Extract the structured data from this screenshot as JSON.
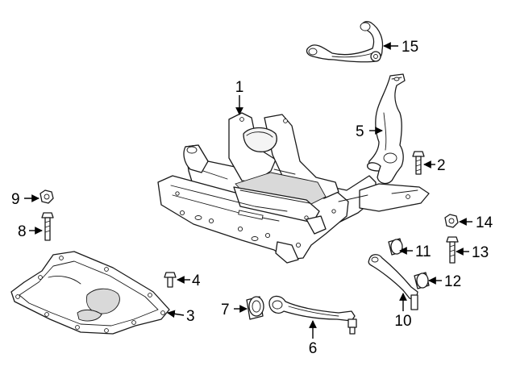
{
  "callouts": [
    {
      "number": "1"
    },
    {
      "number": "2"
    },
    {
      "number": "3"
    },
    {
      "number": "4"
    },
    {
      "number": "5"
    },
    {
      "number": "6"
    },
    {
      "number": "7"
    },
    {
      "number": "8"
    },
    {
      "number": "9"
    },
    {
      "number": "10"
    },
    {
      "number": "11"
    },
    {
      "number": "12"
    },
    {
      "number": "13"
    },
    {
      "number": "14"
    },
    {
      "number": "15"
    }
  ]
}
